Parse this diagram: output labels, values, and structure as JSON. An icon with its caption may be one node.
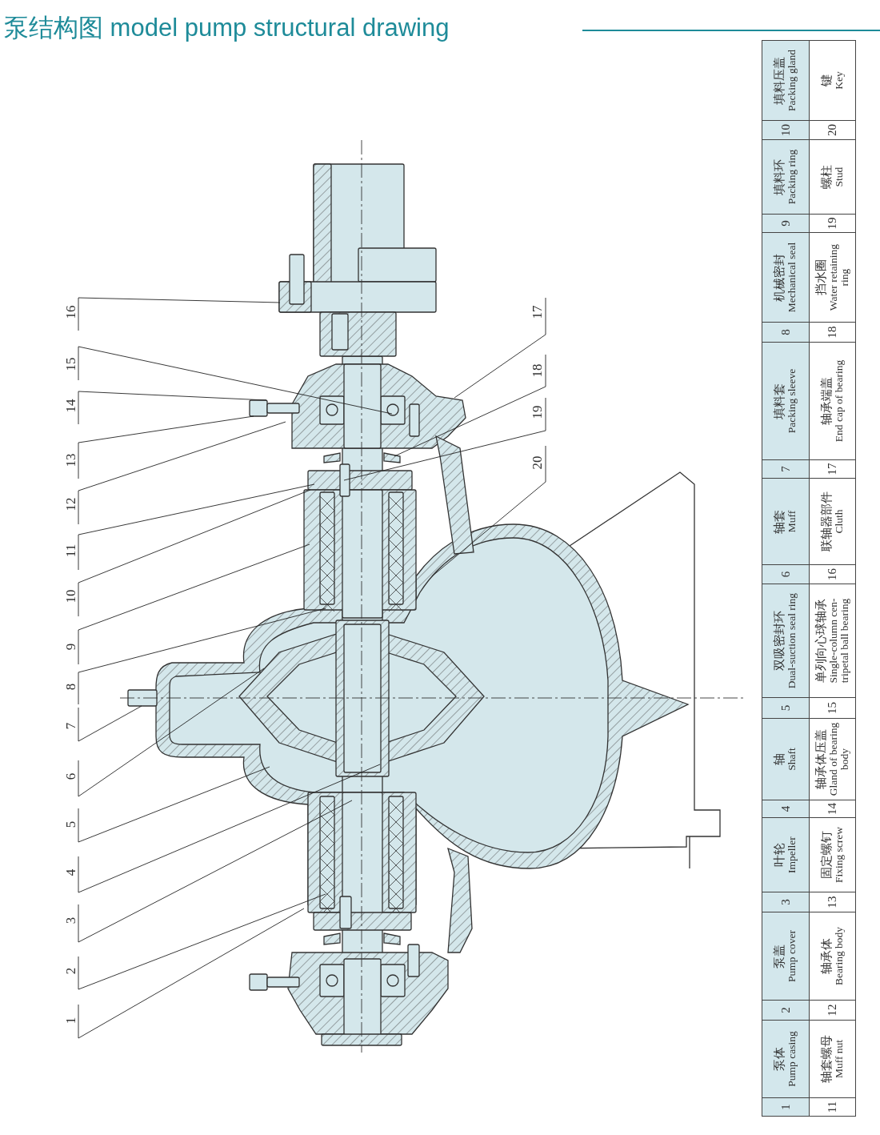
{
  "diagram": {
    "title": "泵结构图 model pump structural drawing",
    "nodes": [
      {
        "text": [
          "1"
        ]
      },
      {
        "text": [
          "2"
        ]
      },
      {
        "text": [
          "3"
        ]
      },
      {
        "text": [
          "4"
        ]
      },
      {
        "text": [
          "5"
        ]
      },
      {
        "text": [
          "6"
        ]
      },
      {
        "text": [
          "7"
        ]
      },
      {
        "text": [
          "8"
        ]
      },
      {
        "text": [
          "9"
        ]
      },
      {
        "text": [
          "10"
        ]
      },
      {
        "text": [
          "11"
        ]
      },
      {
        "text": [
          "12"
        ]
      },
      {
        "text": [
          "13"
        ]
      },
      {
        "text": [
          "14"
        ]
      },
      {
        "text": [
          "15"
        ]
      },
      {
        "text": [
          "16"
        ]
      },
      {
        "text": [
          "17"
        ]
      },
      {
        "text": [
          "18"
        ]
      },
      {
        "text": [
          "19"
        ]
      },
      {
        "text": [
          "20"
        ]
      }
    ],
    "edges": [
      {
        "from": 0,
        "to": null,
        "arrow": "none"
      },
      {
        "from": 1,
        "to": null,
        "arrow": "none"
      },
      {
        "from": 2,
        "to": null,
        "arrow": "none"
      },
      {
        "from": 3,
        "to": null,
        "arrow": "none"
      },
      {
        "from": 4,
        "to": null,
        "arrow": "none"
      },
      {
        "from": 5,
        "to": null,
        "arrow": "none"
      },
      {
        "from": 6,
        "to": null,
        "arrow": "none"
      },
      {
        "from": 7,
        "to": null,
        "arrow": "none"
      },
      {
        "from": 8,
        "to": null,
        "arrow": "none"
      },
      {
        "from": 9,
        "to": null,
        "arrow": "none"
      },
      {
        "from": 10,
        "to": null,
        "arrow": "none"
      },
      {
        "from": 11,
        "to": null,
        "arrow": "none"
      },
      {
        "from": 12,
        "to": null,
        "arrow": "none"
      },
      {
        "from": 13,
        "to": null,
        "arrow": "none"
      },
      {
        "from": 14,
        "to": null,
        "arrow": "none"
      },
      {
        "from": 15,
        "to": null,
        "arrow": "none"
      },
      {
        "from": 16,
        "to": null,
        "arrow": "none"
      },
      {
        "from": 17,
        "to": null,
        "arrow": "none"
      },
      {
        "from": 18,
        "to": null,
        "arrow": "none"
      },
      {
        "from": 19,
        "to": null,
        "arrow": "none"
      }
    ],
    "labels": [
      "1",
      "泵体",
      "Pump casing",
      "2",
      "泵盖",
      "Pump cover",
      "3",
      "叶轮",
      "Impeller",
      "4",
      "轴",
      "Shaft",
      "5",
      "双吸密封环",
      "Dual-suction seal ring",
      "6",
      "轴套",
      "Muff",
      "7",
      "填料套",
      "Packing sleeve",
      "8",
      "机械密封",
      "Mechanical seal",
      "9",
      "填料环",
      "Packing ring",
      "10",
      "填料压盖",
      "Packing gland",
      "11",
      "轴套螺母",
      "Muff nut",
      "12",
      "轴承体",
      "Bearing body",
      "13",
      "固定螺钉",
      "Fixing screw",
      "14",
      "轴承体压盖",
      "Gland of bearing body",
      "15",
      "单列向心球轴承",
      "Single-column cen-tripetal ball bearing",
      "16",
      "联轴器部件",
      "Cluth",
      "17",
      "轴承端盖",
      "End cap of bearing",
      "18",
      "挡水圈",
      "Water retaining ring",
      "19",
      "螺柱",
      "Stud",
      "20",
      "键",
      "Key"
    ]
  }
}
